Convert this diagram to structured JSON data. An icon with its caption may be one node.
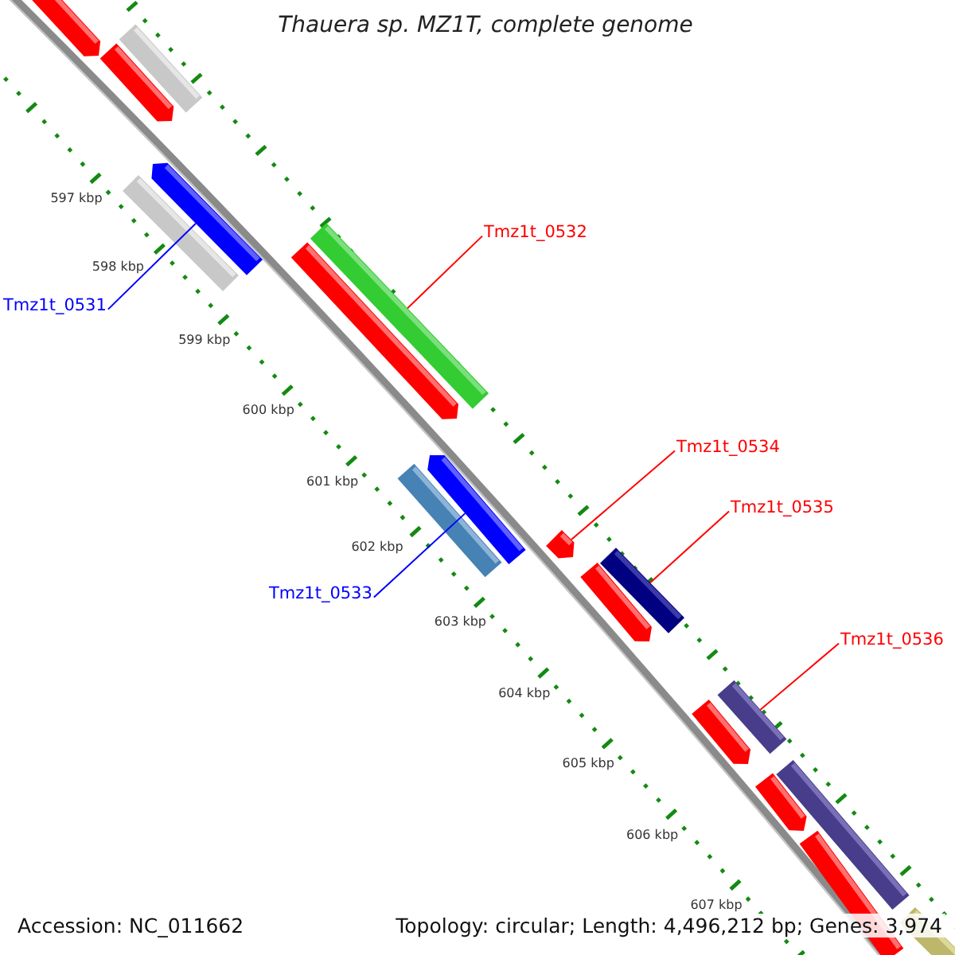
{
  "diagram": {
    "title": "Thauera sp. MZ1T, complete genome",
    "nodes": [
      {
        "text": [
          "Tmz1t_0532"
        ]
      },
      {
        "text": [
          "Tmz1t_0531"
        ]
      },
      {
        "text": [
          "Tmz1t_0534"
        ]
      },
      {
        "text": [
          "Tmz1t_0535"
        ]
      },
      {
        "text": [
          "Tmz1t_0533"
        ]
      },
      {
        "text": [
          "Tmz1t_0536"
        ]
      },
      {
        "text": [],
        "shape": "bar"
      },
      {
        "text": [],
        "shape": "bar"
      },
      {
        "text": [],
        "shape": "bar"
      },
      {
        "text": [],
        "shape": "bar"
      },
      {
        "text": [],
        "shape": "bar"
      },
      {
        "text": [],
        "shape": "bar"
      }
    ],
    "edges": [
      {
        "from": 0,
        "to": 7,
        "arrow": "none"
      },
      {
        "from": 1,
        "to": 6,
        "arrow": "none",
        "color": "#0000ff"
      },
      {
        "from": 2,
        "to": 9,
        "arrow": "none"
      },
      {
        "from": 3,
        "to": 10,
        "arrow": "none"
      },
      {
        "from": 4,
        "to": 8,
        "arrow": "none",
        "color": "#0000ff"
      },
      {
        "from": 5,
        "to": 11,
        "arrow": "none"
      }
    ],
    "labels": [
      "597 kbp",
      "598 kbp",
      "599 kbp",
      "600 kbp",
      "601 kbp",
      "602 kbp",
      "603 kbp",
      "604 kbp",
      "605 kbp",
      "606 kbp",
      "607 kbp",
      "Accession: NC_011662",
      "Topology: circular; Length: 4,496,212 bp; Genes: 3,974"
    ]
  }
}
